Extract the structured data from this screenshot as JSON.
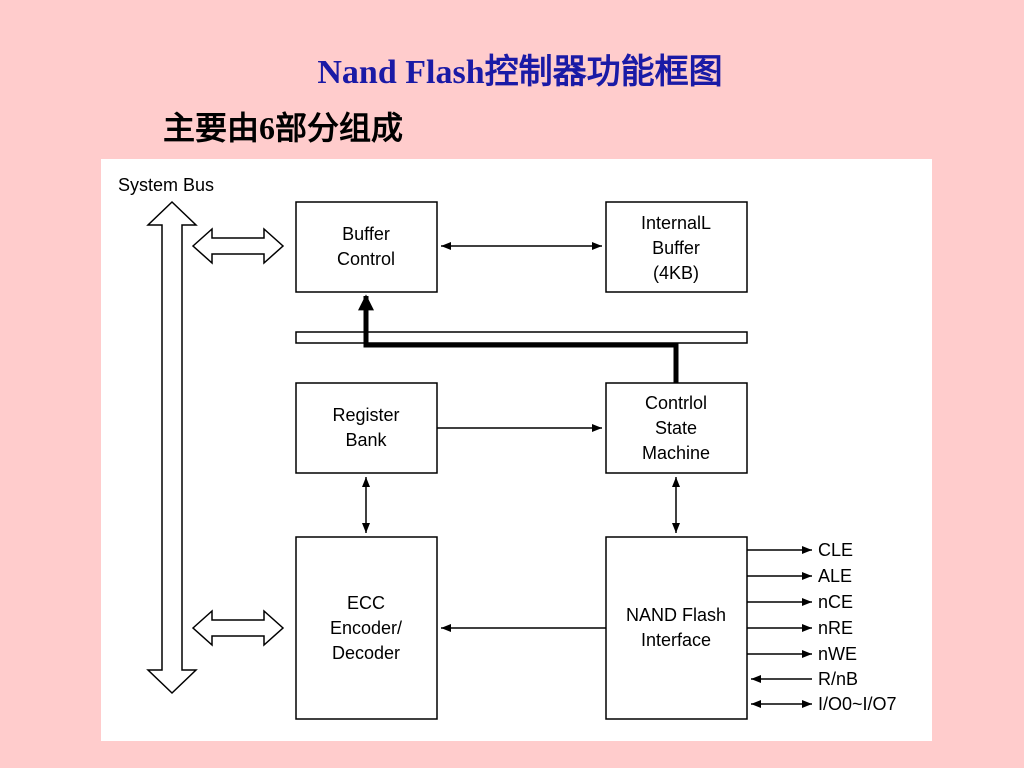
{
  "slide": {
    "title": "Nand Flash控制器功能框图",
    "subtitle": "主要由6部分组成"
  },
  "diagram": {
    "system_bus_label": "System Bus",
    "blocks": {
      "buffer_control": [
        "Buffer",
        "Control"
      ],
      "internal_buffer": [
        "InternalL",
        "Buffer",
        "(4KB)"
      ],
      "register_bank": [
        "Register",
        "Bank"
      ],
      "control_state_machine": [
        "Contrlol",
        "State",
        "Machine"
      ],
      "ecc": [
        "ECC",
        "Encoder/",
        "Decoder"
      ],
      "nand_flash_interface": [
        "NAND Flash",
        "Interface"
      ]
    },
    "signals": [
      "CLE",
      "ALE",
      "nCE",
      "nRE",
      "nWE",
      "R/nB",
      "I/O0~I/O7"
    ]
  }
}
